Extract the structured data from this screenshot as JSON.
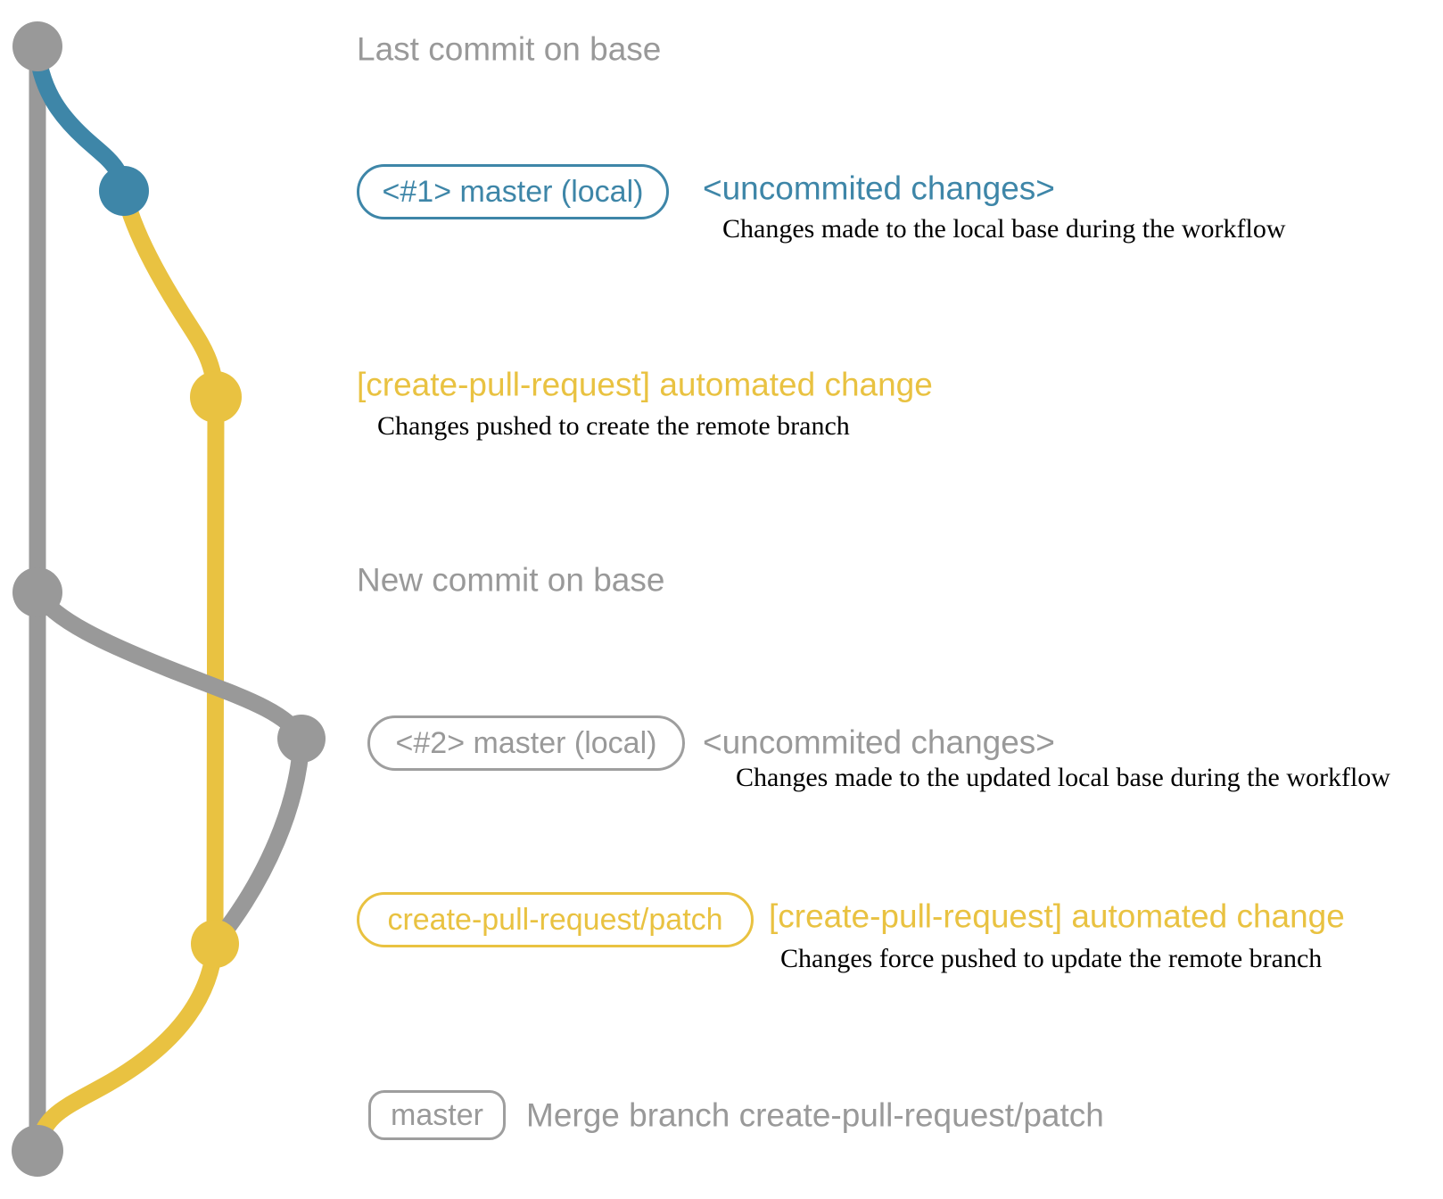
{
  "colors": {
    "gray": "#999999",
    "blue": "#3e86a8",
    "yellow": "#e9c241",
    "text": "#000000"
  },
  "annotations": {
    "last_commit_on_base": "Last commit on base",
    "commit1": {
      "badge_label": "<#1> master (local)",
      "status": "<uncommited changes>",
      "description": "Changes made to the local base during the workflow"
    },
    "push1": {
      "commit_message": "[create-pull-request] automated change",
      "description": "Changes pushed to create the remote branch"
    },
    "new_commit_on_base": "New commit on base",
    "commit2": {
      "badge_label": "<#2> master (local)",
      "status": "<uncommited changes>",
      "description": "Changes made to the updated local base during the workflow"
    },
    "push2": {
      "badge_label": "create-pull-request/patch",
      "commit_message": "[create-pull-request] automated change",
      "description": "Changes force pushed to update the remote branch"
    },
    "merge": {
      "badge_label": "master",
      "commit_message": "Merge branch create-pull-request/patch"
    }
  }
}
